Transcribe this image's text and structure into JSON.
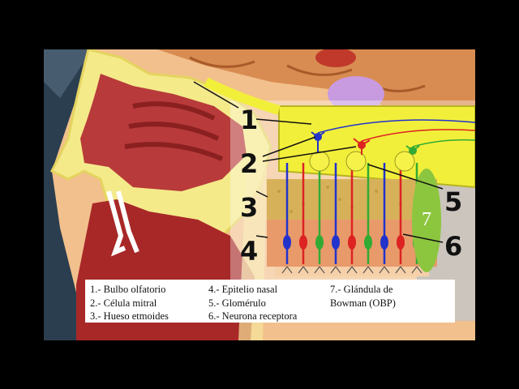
{
  "labels": {
    "n1": "1",
    "n2": "2",
    "n3": "3",
    "n4": "4",
    "n5": "5",
    "n6": "6",
    "n7": "7"
  },
  "legend": {
    "col1": [
      "1.- Bulbo olfatorio",
      "2.- Célula mitral",
      "3.- Hueso etmoides"
    ],
    "col2": [
      "4.- Epitelio nasal",
      "5.- Glomérulo",
      "6.- Neurona receptora"
    ],
    "col3": [
      "7.- Glándula de",
      "Bowman (OBP)"
    ]
  },
  "colors": {
    "bulb": "#f2ef3a",
    "bone": "#d7b15a",
    "epithelium": "#e89a6a",
    "gland": "#8cc63f",
    "receptor_blue": "#2233cc",
    "receptor_red": "#dd2222",
    "receptor_green": "#33aa33"
  }
}
